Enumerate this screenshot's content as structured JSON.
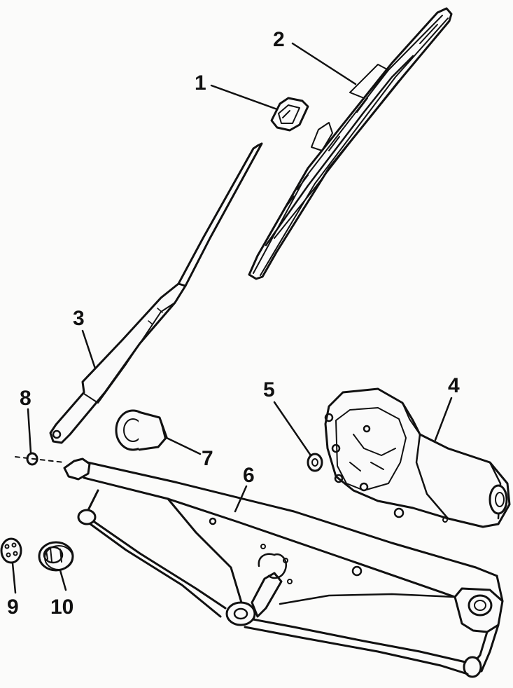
{
  "parts": [
    {
      "id": "1",
      "label": "1"
    },
    {
      "id": "2",
      "label": "2"
    },
    {
      "id": "3",
      "label": "3"
    },
    {
      "id": "4",
      "label": "4"
    },
    {
      "id": "5",
      "label": "5"
    },
    {
      "id": "6",
      "label": "6"
    },
    {
      "id": "7",
      "label": "7"
    },
    {
      "id": "8",
      "label": "8"
    },
    {
      "id": "9",
      "label": "9"
    },
    {
      "id": "10",
      "label": "10"
    }
  ]
}
